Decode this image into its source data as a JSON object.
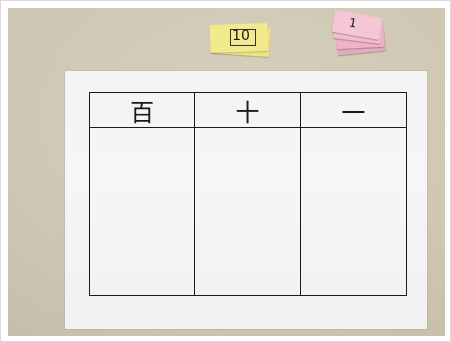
{
  "table": {
    "headers": [
      "百",
      "十",
      "一"
    ]
  },
  "cards": {
    "yellow_value": "10",
    "pink_value": "1"
  },
  "colors": {
    "desk": "#d6cfba",
    "paper": "#f4f4f4",
    "yellow_card": "#f3e98d",
    "pink_card": "#f1bdd0",
    "ink": "#1b1b1b"
  }
}
